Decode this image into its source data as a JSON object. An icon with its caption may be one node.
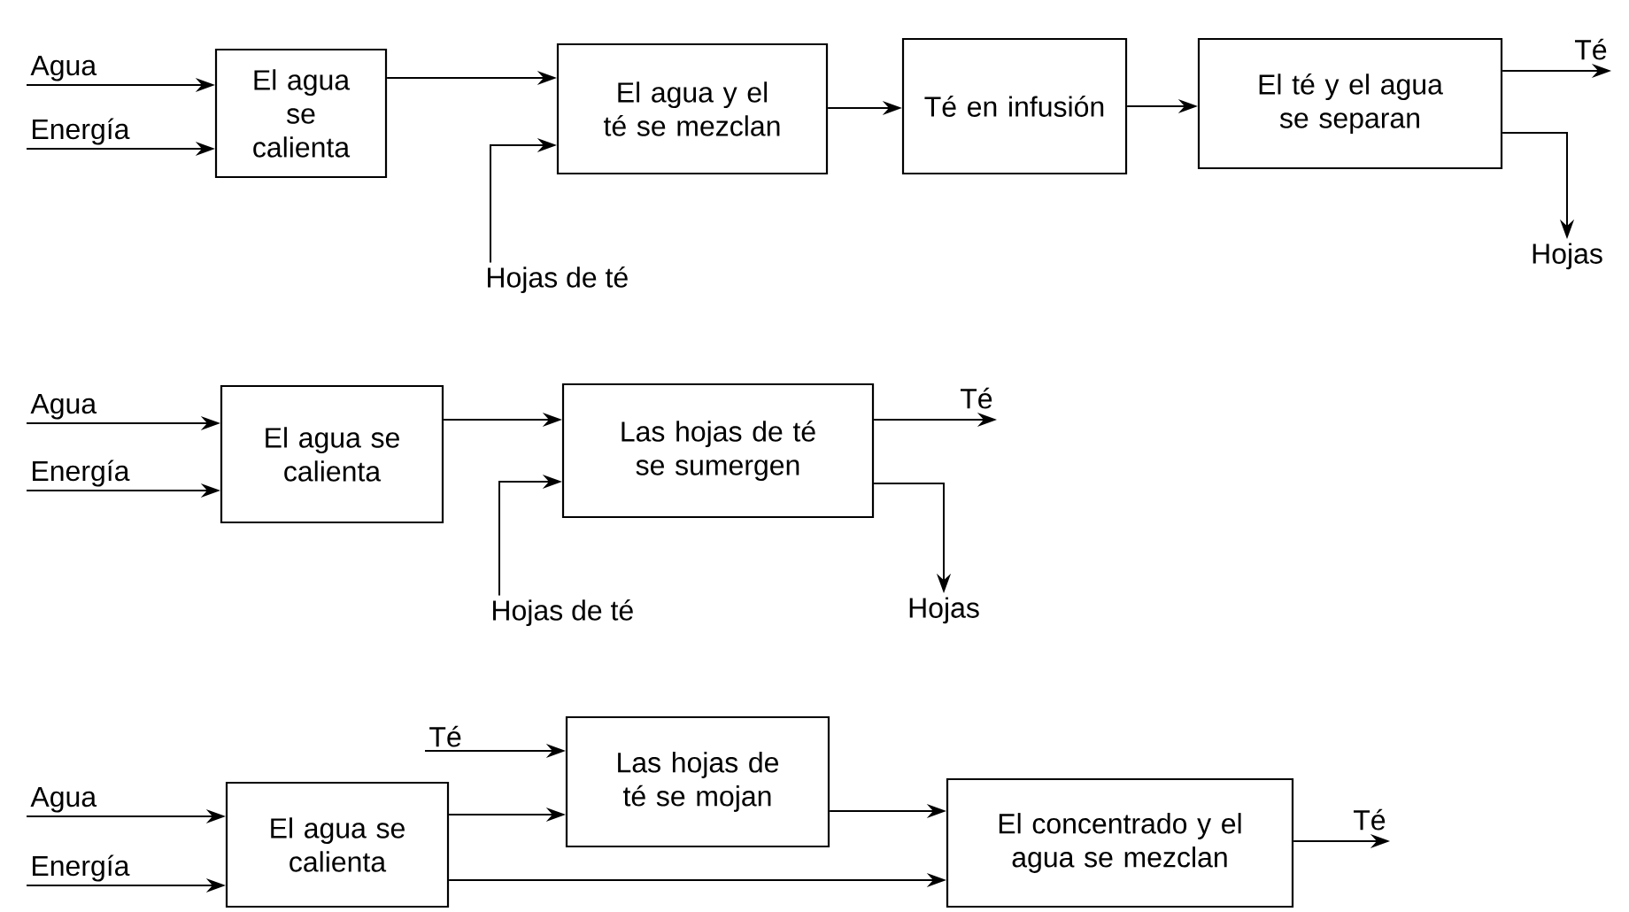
{
  "diagram": {
    "nodes": [
      {
        "text": [
          "Agua"
        ]
      },
      {
        "text": [
          "Energía"
        ]
      },
      {
        "text": [
          "El agua se calienta"
        ]
      },
      {
        "text": [
          "El agua y el té se mezclan"
        ]
      },
      {
        "text": [
          "Té en infusión"
        ]
      },
      {
        "text": [
          "El té y el agua se separan"
        ]
      },
      {
        "text": [
          "Té"
        ]
      },
      {
        "text": [
          "Hojas de té"
        ]
      },
      {
        "text": [
          "Hojas"
        ]
      },
      {
        "text": [
          "Agua"
        ]
      },
      {
        "text": [
          "Energía"
        ]
      },
      {
        "text": [
          "El agua se calienta"
        ]
      },
      {
        "text": [
          "Las hojas de té se sumergen"
        ]
      },
      {
        "text": [
          "Té"
        ]
      },
      {
        "text": [
          "Hojas de té"
        ]
      },
      {
        "text": [
          "Hojas"
        ]
      },
      {
        "text": [
          "Té"
        ]
      },
      {
        "text": [
          "Las hojas de té se mojan"
        ]
      },
      {
        "text": [
          "Agua"
        ]
      },
      {
        "text": [
          "Energía"
        ]
      },
      {
        "text": [
          "El agua se calienta"
        ]
      },
      {
        "text": [
          "El concentrado y el agua se mezclan"
        ]
      },
      {
        "text": [
          "Té"
        ]
      }
    ],
    "edges": [
      {
        "from": 0,
        "to": 2,
        "arrow": "to"
      },
      {
        "from": 1,
        "to": 2,
        "arrow": "to"
      },
      {
        "from": 2,
        "to": 3,
        "arrow": "to"
      },
      {
        "from": 7,
        "to": 3,
        "arrow": "to"
      },
      {
        "from": 3,
        "to": 4,
        "arrow": "to"
      },
      {
        "from": 4,
        "to": 5,
        "arrow": "to"
      },
      {
        "from": 5,
        "to": 6,
        "arrow": "to"
      },
      {
        "from": 5,
        "to": 8,
        "arrow": "to"
      },
      {
        "from": 9,
        "to": 11,
        "arrow": "to"
      },
      {
        "from": 10,
        "to": 11,
        "arrow": "to"
      },
      {
        "from": 11,
        "to": 12,
        "arrow": "to"
      },
      {
        "from": 14,
        "to": 12,
        "arrow": "to"
      },
      {
        "from": 12,
        "to": 13,
        "arrow": "to"
      },
      {
        "from": 12,
        "to": 15,
        "arrow": "to"
      },
      {
        "from": 16,
        "to": 17,
        "arrow": "to"
      },
      {
        "from": 18,
        "to": 20,
        "arrow": "to"
      },
      {
        "from": 19,
        "to": 20,
        "arrow": "to"
      },
      {
        "from": 20,
        "to": 17,
        "arrow": "to"
      },
      {
        "from": 20,
        "to": 21,
        "arrow": "to"
      },
      {
        "from": 17,
        "to": 21,
        "arrow": "to"
      },
      {
        "from": 21,
        "to": 22,
        "arrow": "to"
      }
    ]
  }
}
